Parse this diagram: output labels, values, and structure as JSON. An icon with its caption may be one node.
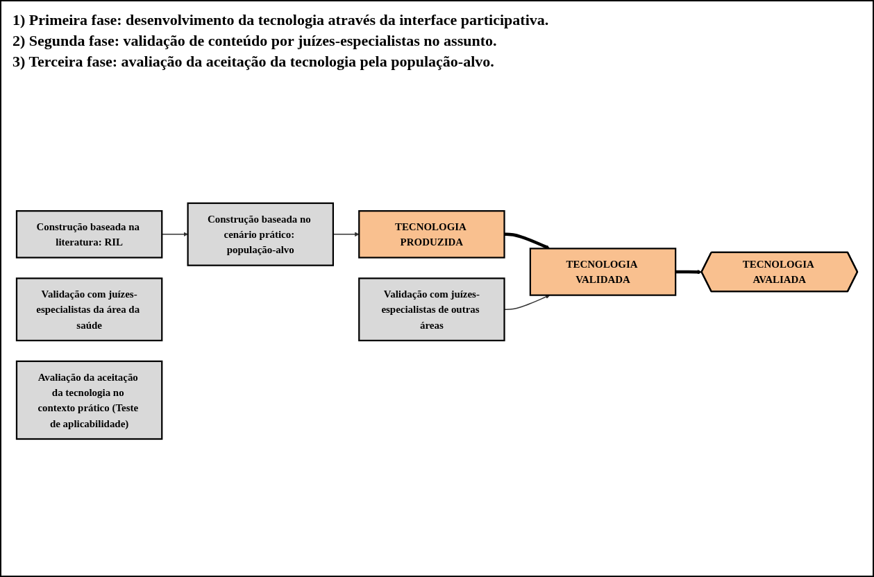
{
  "diagram": {
    "nodes": [
      {
        "text": [
          "Construção baseada na literatura: RIL"
        ]
      },
      {
        "text": [
          "Construção baseada no cenário prático: população-alvo"
        ]
      },
      {
        "text": [
          "TECNOLOGIA PRODUZIDA"
        ]
      },
      {
        "text": [
          "Validação com juízes-especialistas da área da saúde"
        ]
      },
      {
        "text": [
          "Validação com juízes-especialistas de outras áreas"
        ]
      },
      {
        "text": [
          "TECNOLOGIA VALIDADA"
        ]
      },
      {
        "text": [
          "Avaliação da aceitação da tecnologia no contexto prático (Teste de aplicabilidade)"
        ]
      },
      {
        "text": [
          "TECNOLOGIA AVALIADA"
        ]
      }
    ],
    "edges": [
      {
        "from": 0,
        "to": 1,
        "arrow": "to"
      },
      {
        "from": 1,
        "to": 2,
        "arrow": "to"
      },
      {
        "from": 2,
        "to": 5,
        "arrow": "to",
        "style": "thick",
        "color": "#000000"
      },
      {
        "from": 4,
        "to": 5,
        "arrow": "to"
      },
      {
        "from": 5,
        "to": 7,
        "arrow": "to",
        "style": "thick",
        "color": "#000000"
      }
    ],
    "labels": [
      "1) Primeira fase: desenvolvimento da tecnologia através da interface participativa.",
      "2) Segunda fase: validação de conteúdo por juízes-especialistas no assunto.",
      "3) Terceira fase: avaliação da aceitação da tecnologia pela população-alvo."
    ]
  }
}
